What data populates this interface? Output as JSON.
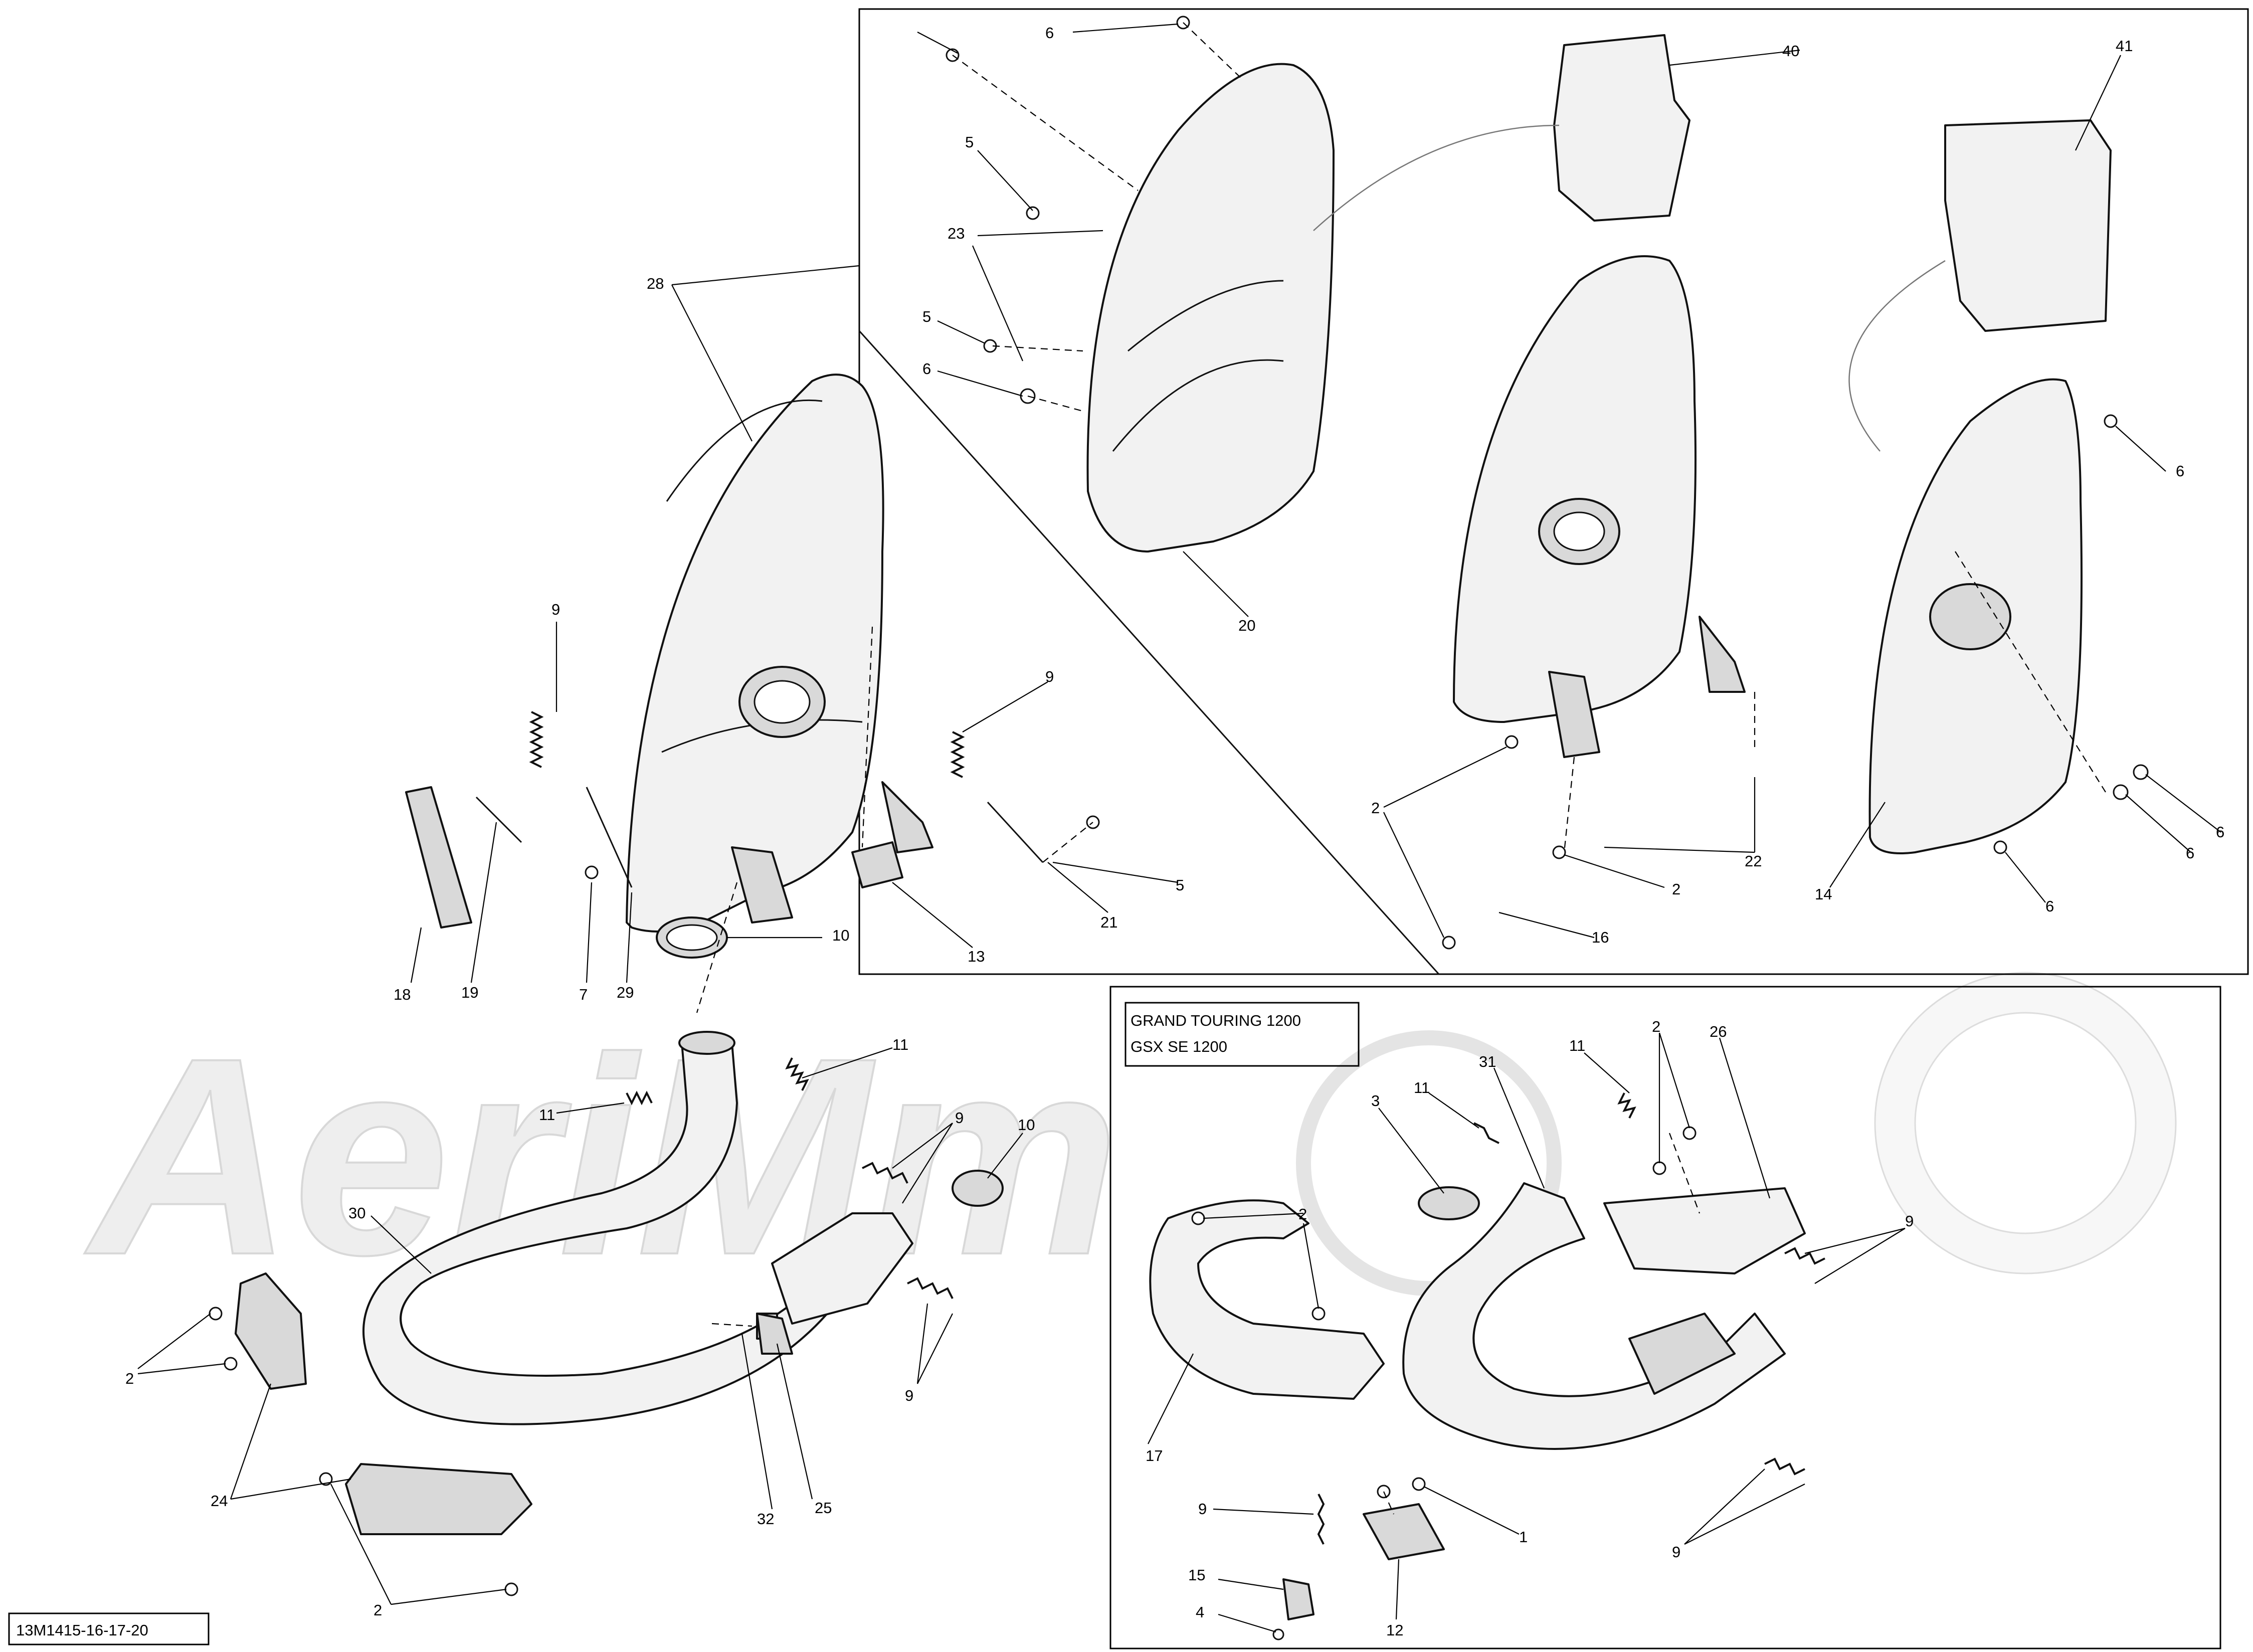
{
  "diagram": {
    "drawing_id": "13M1415-16-17-20",
    "variant_box_title_line1": "GRAND TOURING 1200",
    "variant_box_title_line2": "GSX SE 1200",
    "watermark": "AeriMm",
    "callouts": {
      "c1": "1",
      "c2": "2",
      "c3": "3",
      "c4": "4",
      "c5": "5",
      "c6": "6",
      "c7": "7",
      "c9": "9",
      "c10": "10",
      "c11": "11",
      "c12": "12",
      "c13": "13",
      "c14": "14",
      "c15": "15",
      "c16": "16",
      "c17": "17",
      "c18": "18",
      "c19": "19",
      "c20": "20",
      "c21": "21",
      "c22": "22",
      "c23": "23",
      "c24": "24",
      "c25": "25",
      "c26": "26",
      "c28": "28",
      "c29": "29",
      "c30": "30",
      "c31": "31",
      "c32": "32",
      "c40": "40",
      "c41": "41"
    },
    "label_colors": {
      "lines": "#000000",
      "watermark": "#e6e6e6"
    }
  }
}
